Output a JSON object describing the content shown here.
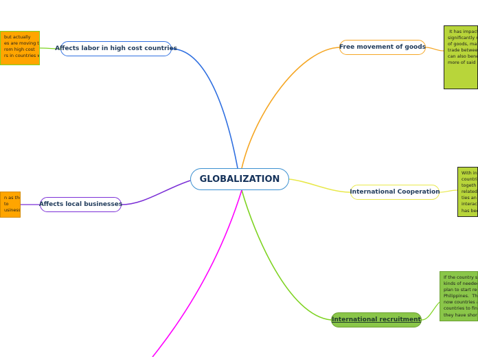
{
  "central": {
    "label": "GLOBALIZATION"
  },
  "topics": {
    "free_movement": "Free movement of goods",
    "intl_cooperation": "International Cooperation",
    "intl_recruitment": "International recruitment",
    "labor": "Affects labor in high cost countries",
    "local_business": "Affects local businesses"
  },
  "notes": {
    "free_movement": " It has impact\nsignificantly m\nof goods, mak\ntrade between\ncan also bene\nmore of said p",
    "intl_cooperation": "With in\ncountri\ntogeth\nrelated\nties an\ninteract\nhas bee",
    "intl_recruitment": "If the country st\nkinds of needed\nplan to start rec\nPhilippines.  Thi\nnow countries a\ncountries to find\nthey have short",
    "labor": "but actually\nes are moving their\nrom high cost\nrs in countries with",
    "local_business": "n as they\nto\nusiness\n."
  },
  "colors": {
    "central_border": "#3a8fd0",
    "free_movement": "#f5a623",
    "intl_cooperation": "#e8e84a",
    "intl_recruitment": "#7ed321",
    "labor": "#2f6fe0",
    "local_business": "#7b2fd6",
    "magenta_branch": "#ff00ff"
  }
}
